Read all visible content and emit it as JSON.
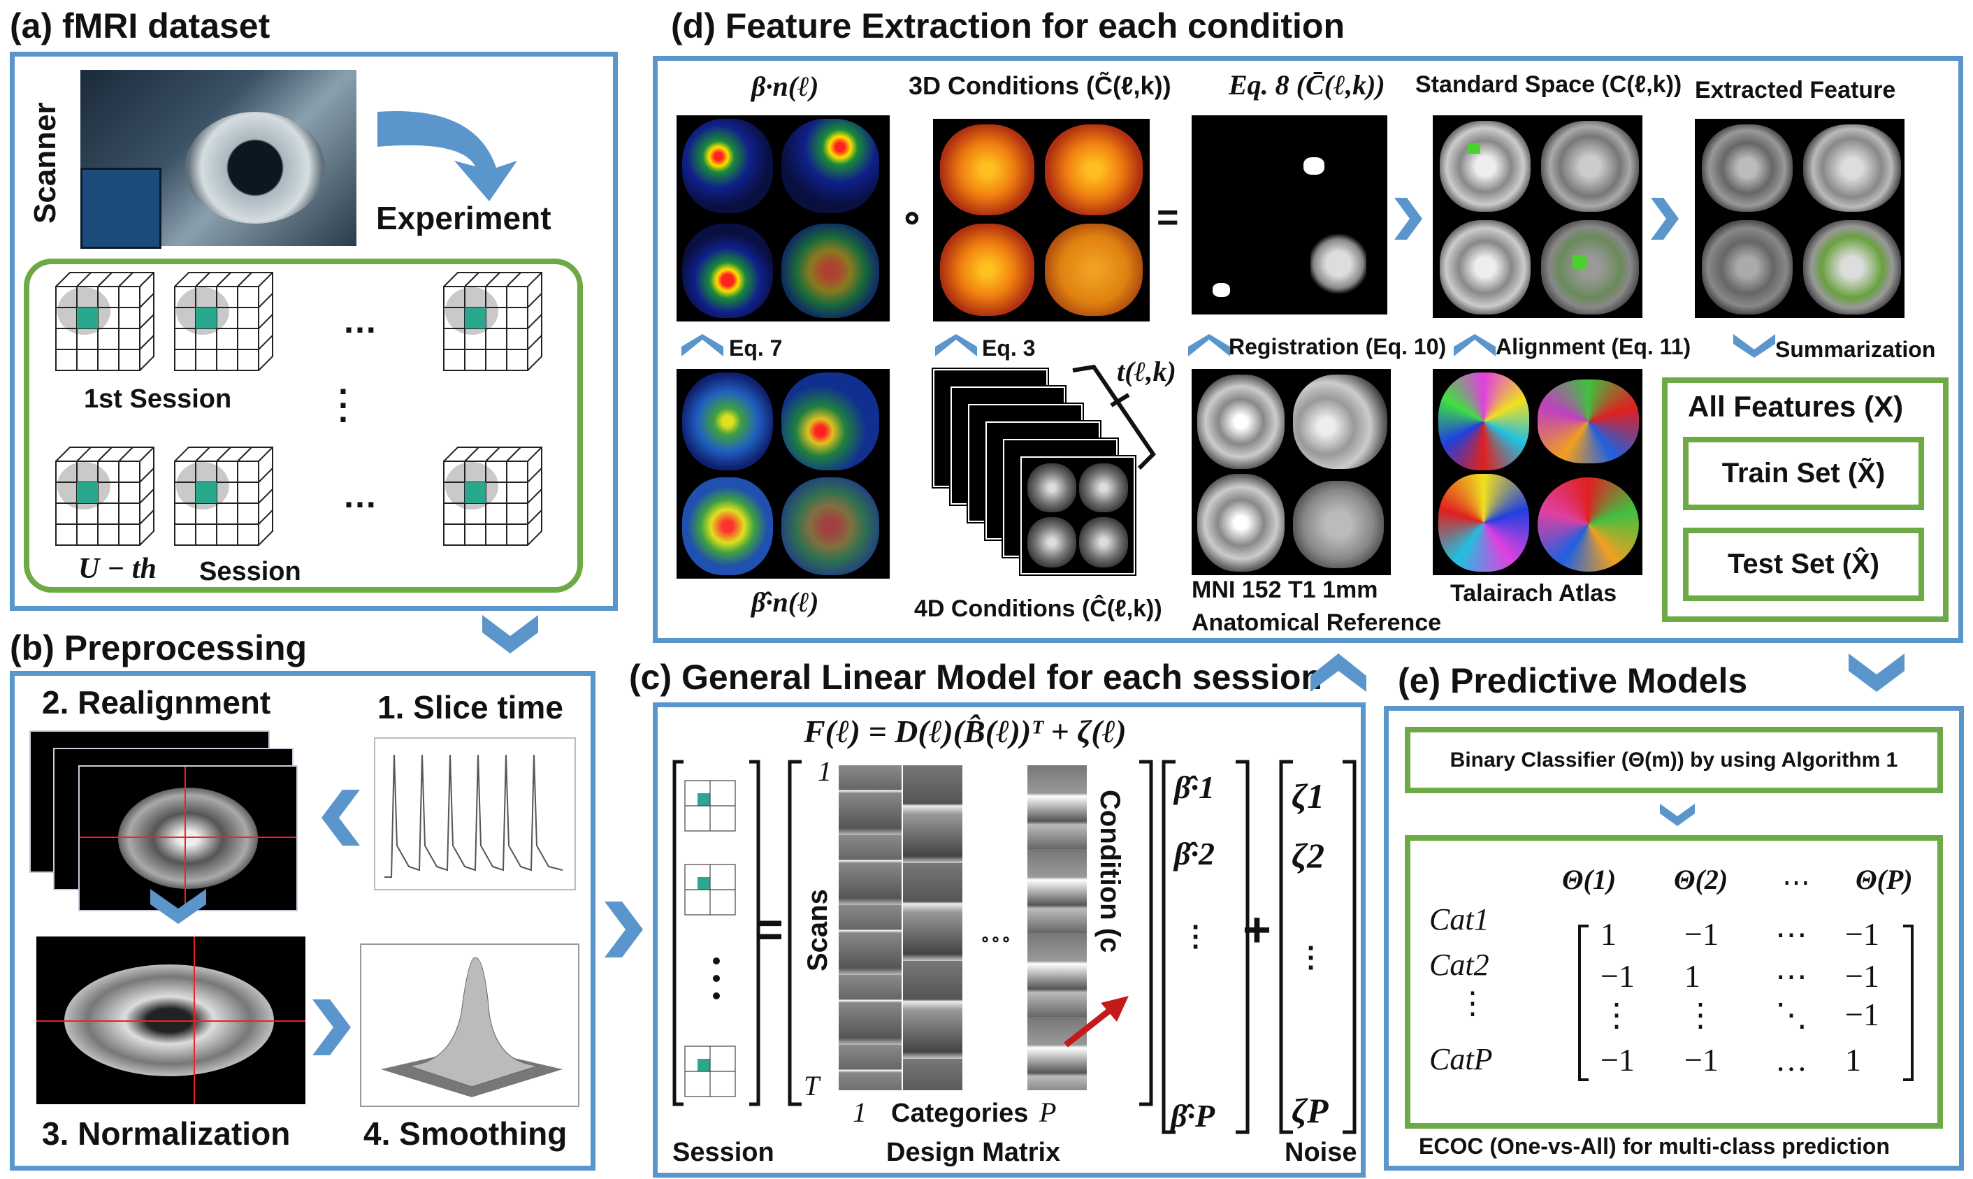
{
  "panels": {
    "a_title": "(a) fMRI dataset",
    "b_title": "(b) Preprocessing",
    "c_title": "(c) General Linear Model for each session",
    "d_title": "(d) Feature Extraction for each condition",
    "e_title": "(e) Predictive Models"
  },
  "a": {
    "scanner": "Scanner",
    "experiment": "Experiment",
    "first_session": "1st Session",
    "dots": "…",
    "u_th": "U − th",
    "session": "Session"
  },
  "b": {
    "realignment": "2. Realignment",
    "slice_time": "1. Slice time",
    "normalization": "3. Normalization",
    "smoothing": "4. Smoothing"
  },
  "c": {
    "equation": "F(ℓ) = D(ℓ)(B̂(ℓ))ᵀ + ζ(ℓ)",
    "one": "1",
    "t": "T",
    "scans": "Scans",
    "cat_one": "1",
    "categories": "Categories",
    "cat_p": "P",
    "ellipsis": "∘∘∘",
    "condition": "Condition (c",
    "session": "Session",
    "design_matrix": "Design Matrix",
    "noise": "Noise",
    "beta1": "β̂·1",
    "beta2": "β̂·2",
    "betaP": "β̂·P",
    "zeta1": "ζ1",
    "zeta2": "ζ2",
    "zetaP": "ζP",
    "equals": "=",
    "plus": "+"
  },
  "d": {
    "beta": "β·n(ℓ)",
    "cond3d": "3D Conditions (C̃(ℓ,k))",
    "eq8": "Eq. 8 (C̄(ℓ,k))",
    "standard_space": "Standard Space (C(ℓ,k))",
    "extracted": "Extracted Feature",
    "circ": "∘",
    "equals": "=",
    "eq7": "Eq. 7",
    "eq3": "Eq. 3",
    "registration": "Registration (Eq. 10)",
    "alignment": "Alignment (Eq. 11)",
    "summarization": "Summarization",
    "t_label": "t(ℓ,k)",
    "beta_hat": "β̂·n(ℓ)",
    "cond4d": "4D Conditions (Ĉ(ℓ,k))",
    "mni": "MNI 152 T1 1mm",
    "anat": "Anatomical Reference",
    "talairach": "Talairach Atlas",
    "all_features": "All Features (X)",
    "train": "Train Set (X̃)",
    "test": "Test Set (X̂)"
  },
  "e": {
    "binary": "Binary Classifier (Θ(m)) by using Algorithm 1",
    "theta1": "Θ(1)",
    "theta2": "Θ(2)",
    "theta_dots": "⋯",
    "thetaP": "Θ(P)",
    "cat1": "Cat1",
    "cat2": "Cat2",
    "vdots": "⋮",
    "catP": "CatP",
    "matrix": [
      [
        "1",
        "−1",
        "⋯",
        "−1"
      ],
      [
        "−1",
        "1",
        "⋯",
        "−1"
      ],
      [
        "⋮",
        "⋮",
        "⋱",
        "−1"
      ],
      [
        "−1",
        "−1",
        "…",
        "1"
      ]
    ],
    "ecoc": "ECOC (One-vs-All) for multi-class prediction"
  }
}
